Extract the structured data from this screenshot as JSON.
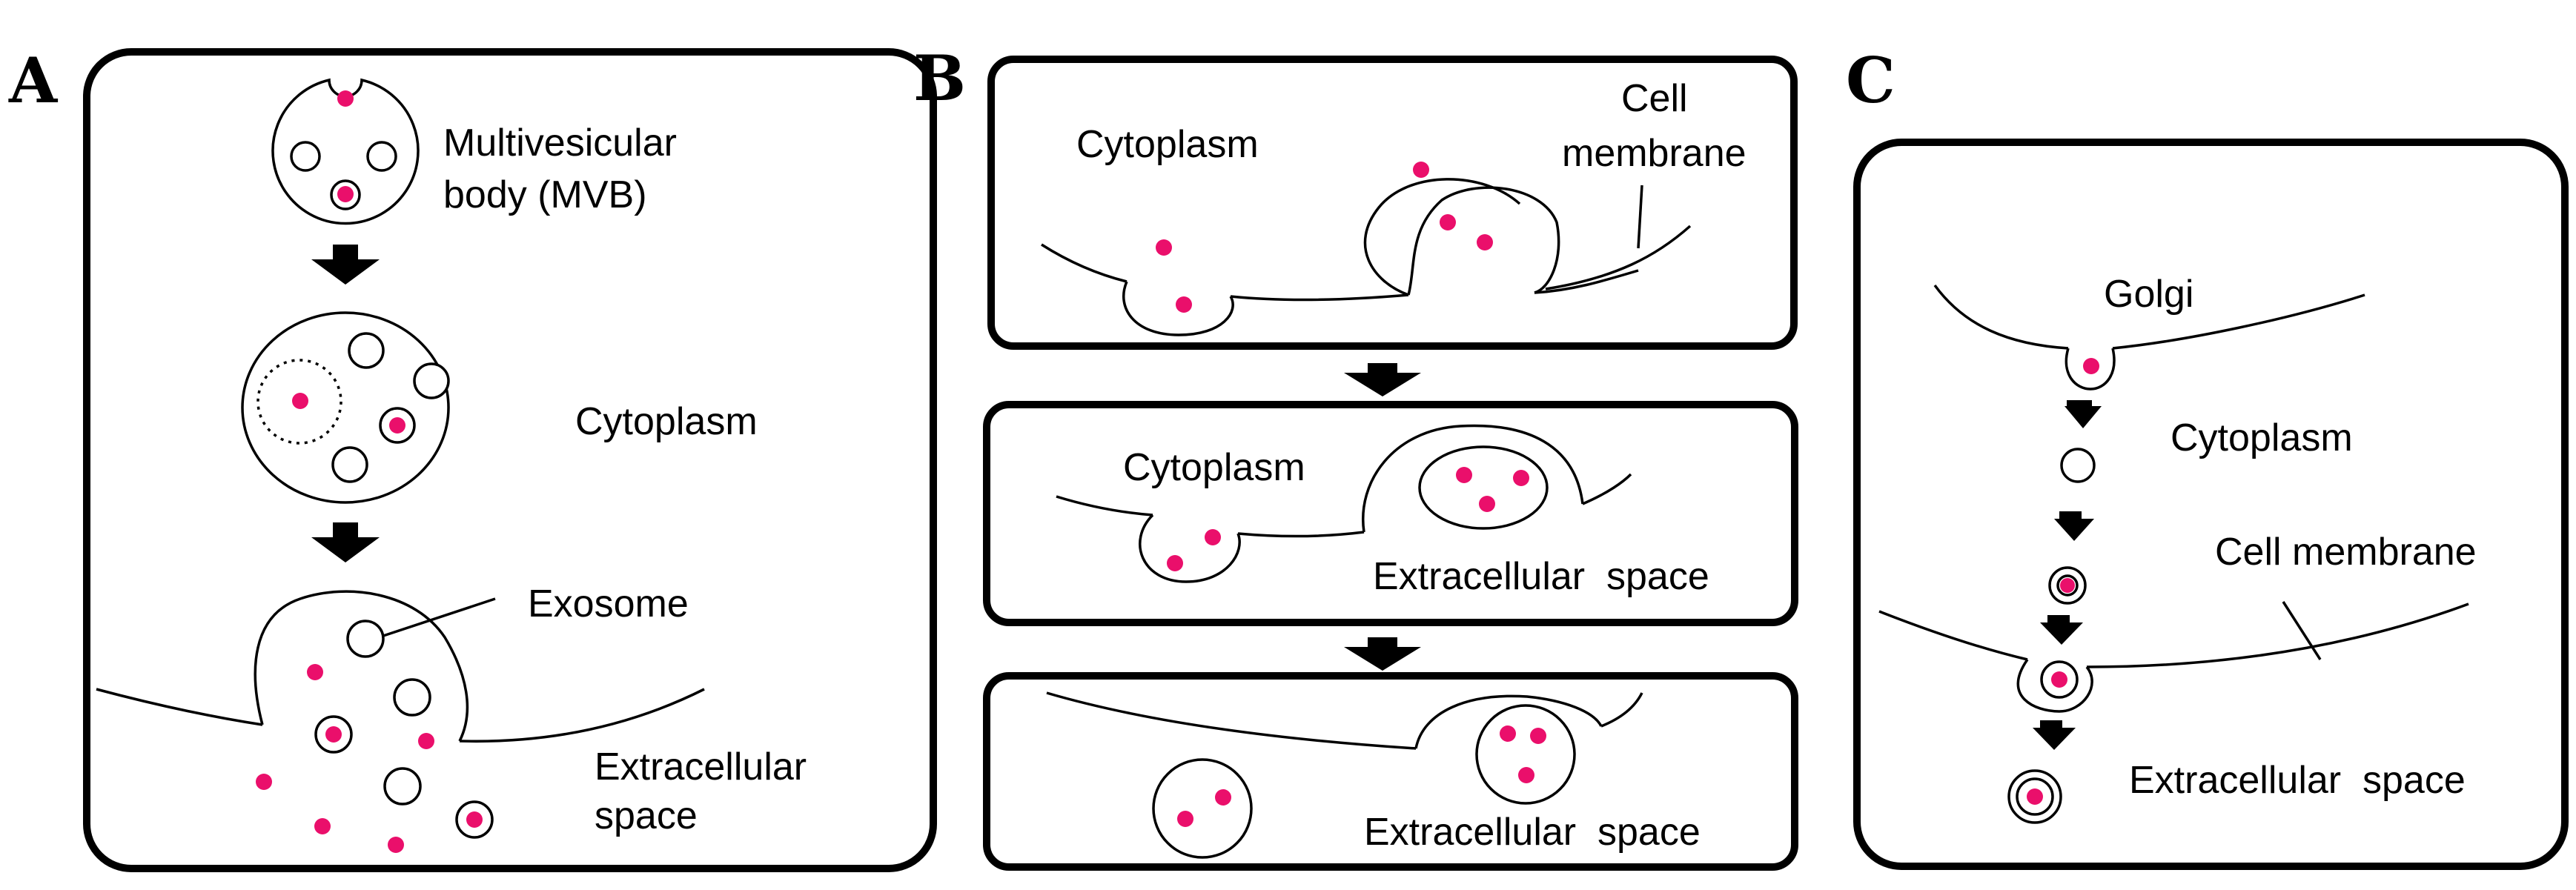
{
  "colors": {
    "cargo": "#ea0f6b",
    "outline": "#000000",
    "background": "#ffffff"
  },
  "icons": {
    "flow_arrow": "down-arrow-icon",
    "cargo": "pink-dot",
    "vesicle": "circle-outline"
  },
  "panels": {
    "A": {
      "letter": "A",
      "labels": {
        "mvb_line1": "Multivesicular",
        "mvb_line2": "body (MVB)",
        "cytoplasm": "Cytoplasm",
        "exosome": "Exosome",
        "extracellular_line1": "Extracellular",
        "extracellular_line2": "space"
      }
    },
    "B": {
      "letter": "B",
      "labels": {
        "cytoplasm_1": "Cytoplasm",
        "cell_membrane_line1": "Cell",
        "cell_membrane_line2": "membrane",
        "cytoplasm_2": "Cytoplasm",
        "extracellular_2": "Extracellular  space",
        "extracellular_3": "Extracellular  space"
      }
    },
    "C": {
      "letter": "C",
      "labels": {
        "golgi": "Golgi",
        "cytoplasm": "Cytoplasm",
        "cell_membrane": "Cell membrane",
        "extracellular": "Extracellular  space"
      }
    }
  }
}
